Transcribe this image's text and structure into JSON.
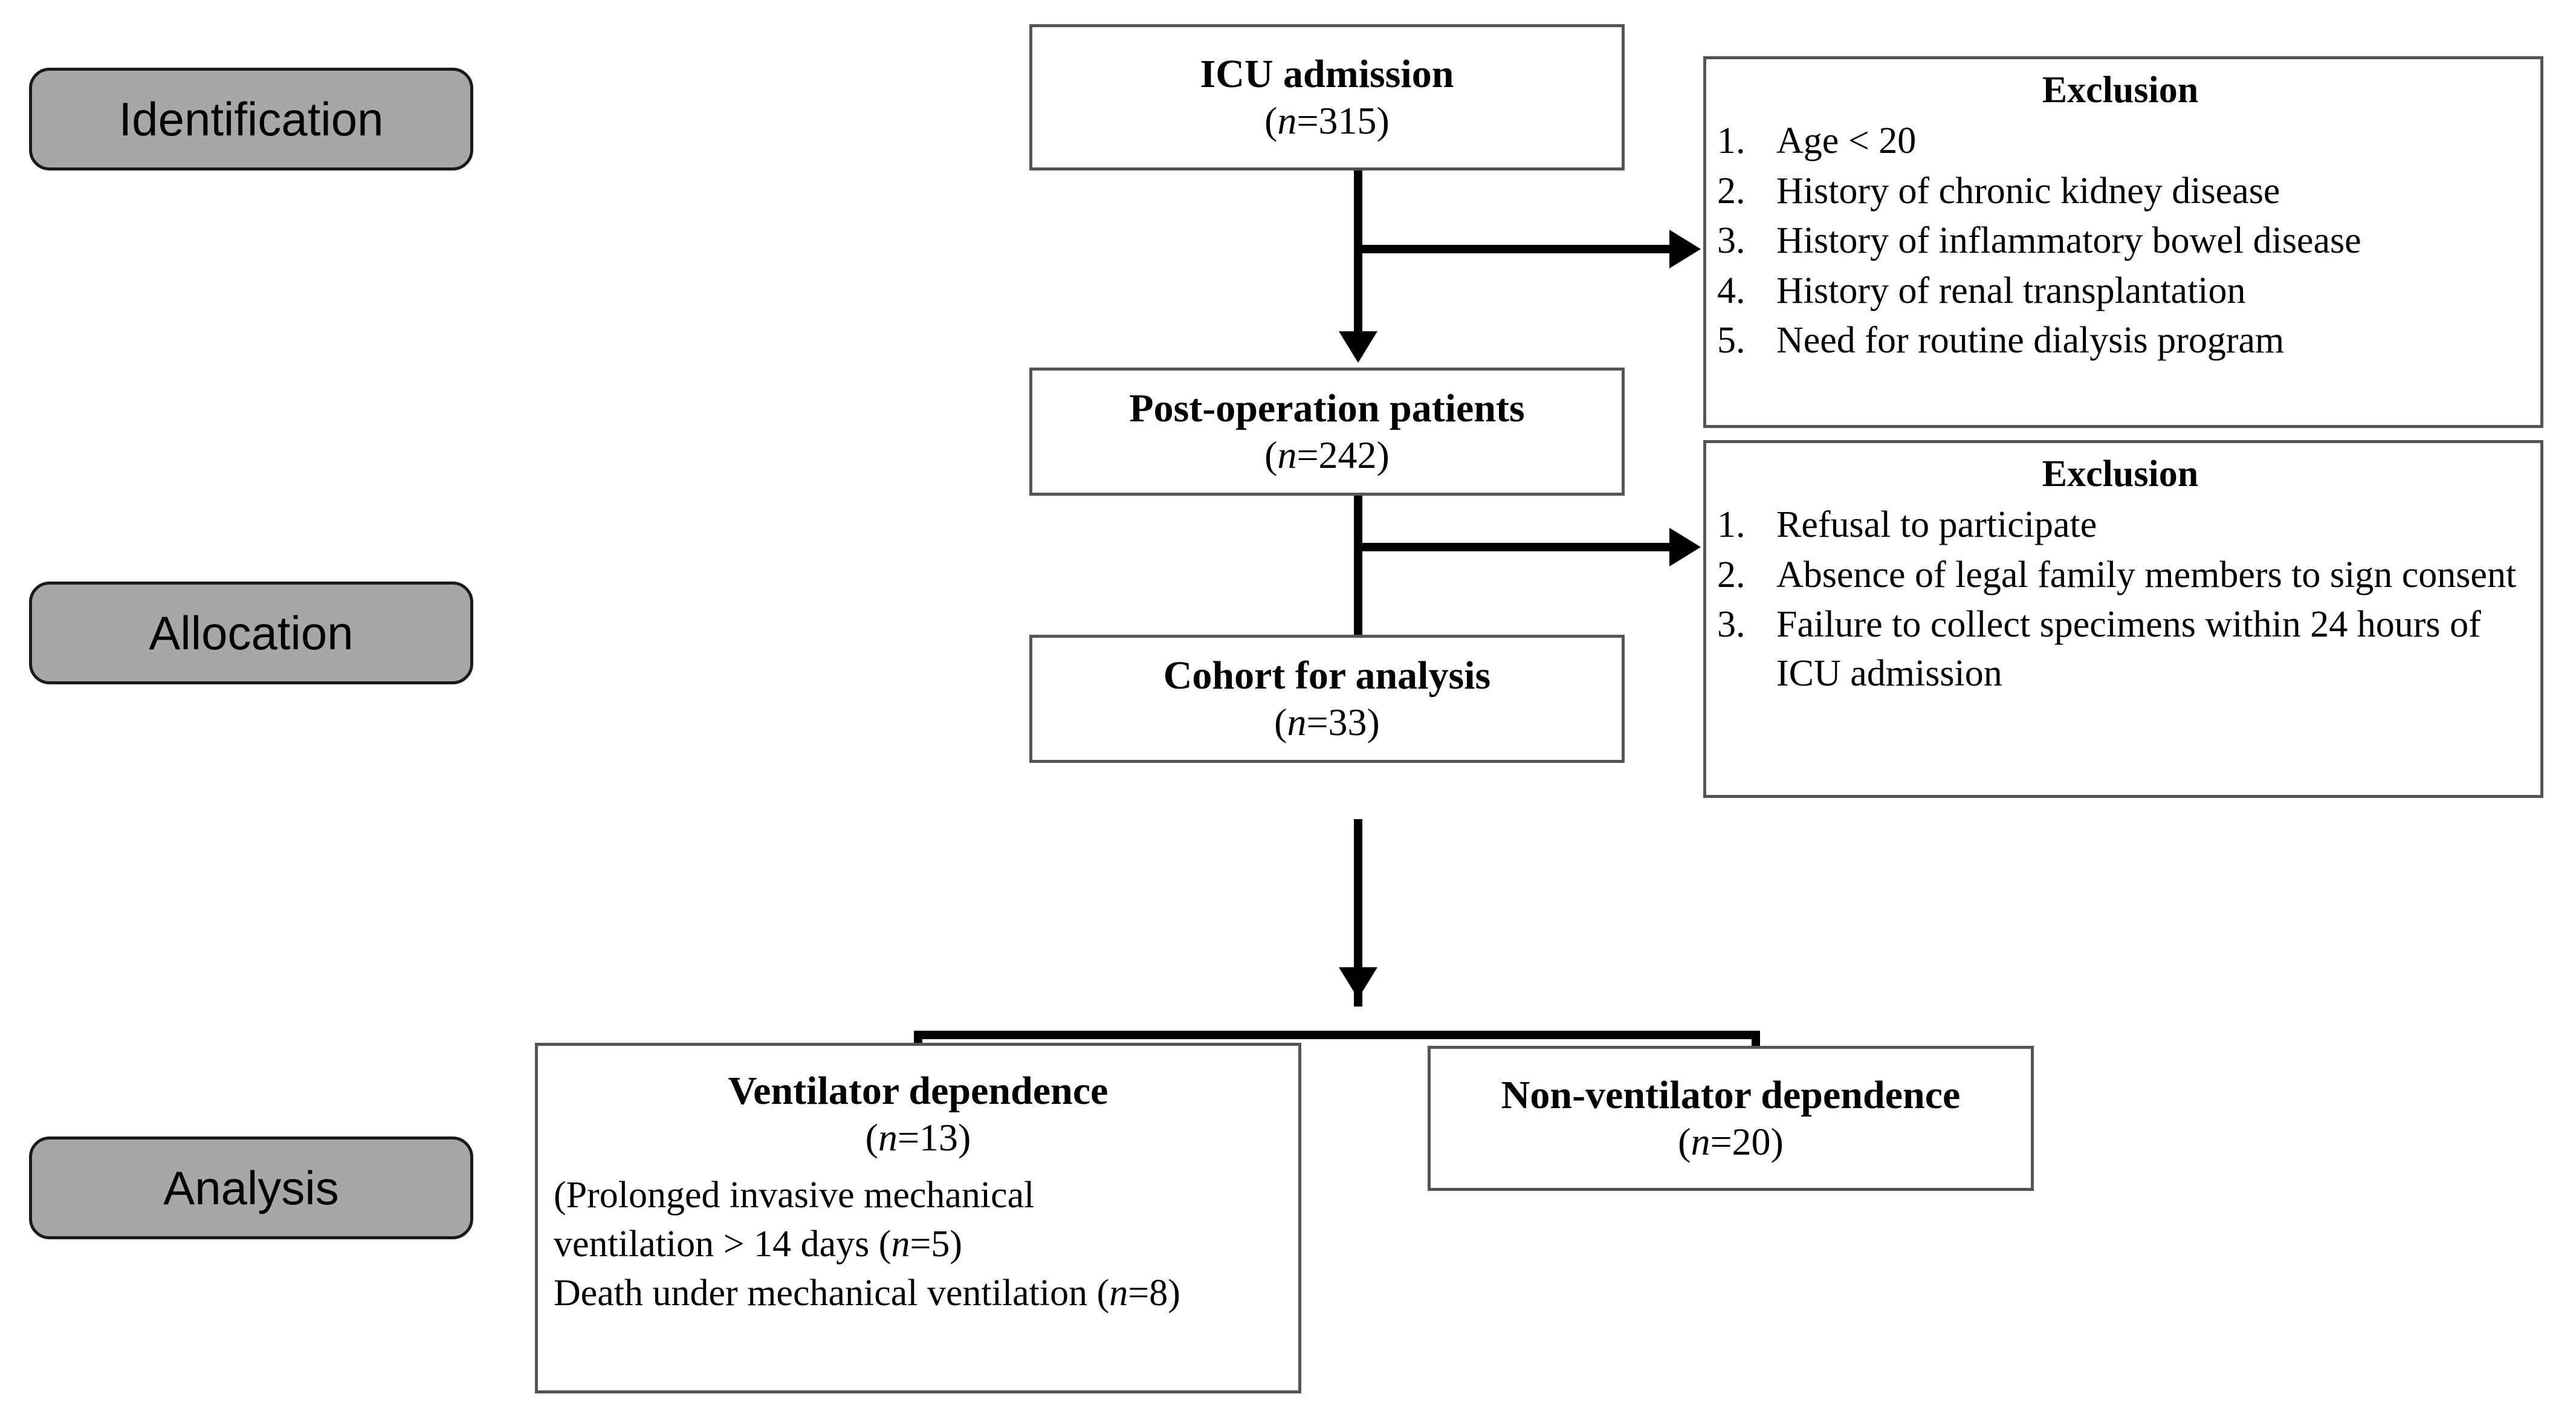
{
  "stages": [
    {
      "label": "Identification"
    },
    {
      "label": "Allocation"
    },
    {
      "label": "Analysis"
    }
  ],
  "flow": {
    "icu": {
      "title": "ICU admission",
      "count": "(n=315)"
    },
    "postop": {
      "title": "Post-operation patients",
      "count": "(n=242)"
    },
    "cohort": {
      "title": "Cohort for analysis",
      "count": "(n=33)"
    },
    "ventilator": {
      "title": "Ventilator dependence",
      "count": "(n=13)",
      "details": [
        "(Prolonged invasive mechanical",
        "ventilation > 14 days (n=5)",
        "Death under mechanical ventilation (n=8)"
      ]
    },
    "nonventilator": {
      "title": "Non-ventilator dependence",
      "count": "(n=20)"
    }
  },
  "exclusions": [
    {
      "title": "Exclusion",
      "items": [
        {
          "num": "1.",
          "text": "Age < 20"
        },
        {
          "num": "2.",
          "text": "History of chronic kidney  disease"
        },
        {
          "num": "3.",
          "text": "History of inflammatory  bowel disease"
        },
        {
          "num": "4.",
          "text": "History of renal transplantation"
        },
        {
          "num": "5.",
          "text": "Need for routine dialysis program"
        }
      ]
    },
    {
      "title": "Exclusion",
      "items": [
        {
          "num": "1.",
          "text": "Refusal to participate"
        },
        {
          "num": "2.",
          "text": "Absence  of legal family  members  to sign consent"
        },
        {
          "num": "3.",
          "text": "Failure to collect specimens  within 24 hours of ICU admission"
        }
      ]
    }
  ],
  "colors": {
    "stage_pill_fill": "#a7a7a7",
    "box_border": "#555555",
    "connector": "#000000",
    "background": "#ffffff"
  }
}
